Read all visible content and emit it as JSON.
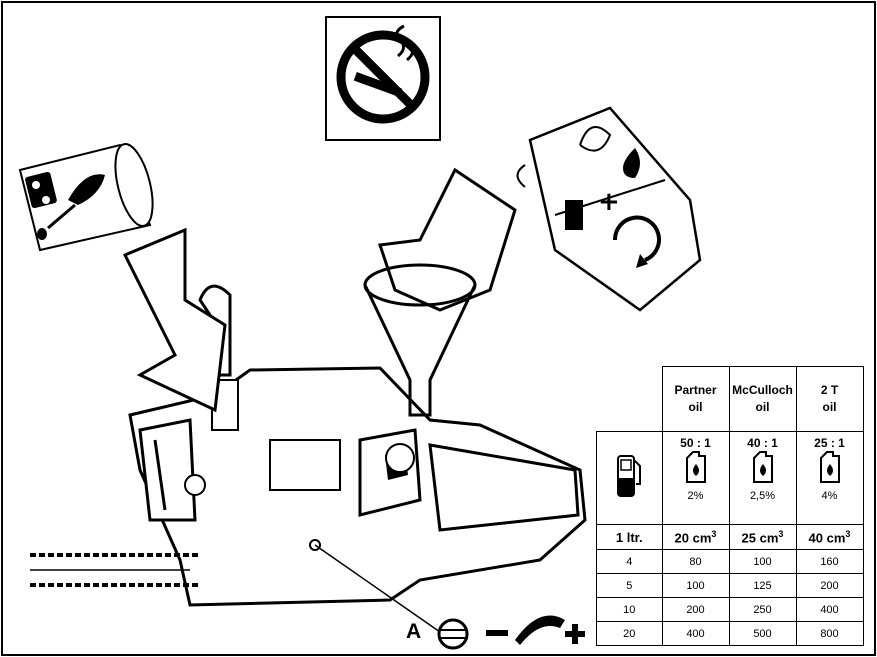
{
  "table": {
    "columns": [
      {
        "line1": "Partner",
        "line2": "oil",
        "ratio": "50 : 1",
        "percent": "2%",
        "volume": "20 cm",
        "sup": "3"
      },
      {
        "line1": "McCulloch",
        "line2": "oil",
        "ratio": "40 : 1",
        "percent": "2,5%",
        "volume": "25 cm",
        "sup": "3"
      },
      {
        "line1": "2 T",
        "line2": "oil",
        "ratio": "25 : 1",
        "percent": "4%",
        "volume": "40 cm",
        "sup": "3"
      }
    ],
    "unit_label": "1 ltr.",
    "rows": [
      [
        "4",
        "80",
        "100",
        "160"
      ],
      [
        "5",
        "100",
        "125",
        "200"
      ],
      [
        "10",
        "200",
        "250",
        "400"
      ],
      [
        "20",
        "400",
        "500",
        "800"
      ]
    ]
  },
  "carb_label": "A",
  "icons": [
    "no-smoking-icon",
    "oil-can-icon",
    "fuel-canister-icon",
    "fuel-pump-icon",
    "oil-bottle-icon",
    "funnel-icon",
    "arrow-icon",
    "chainsaw-icon"
  ]
}
